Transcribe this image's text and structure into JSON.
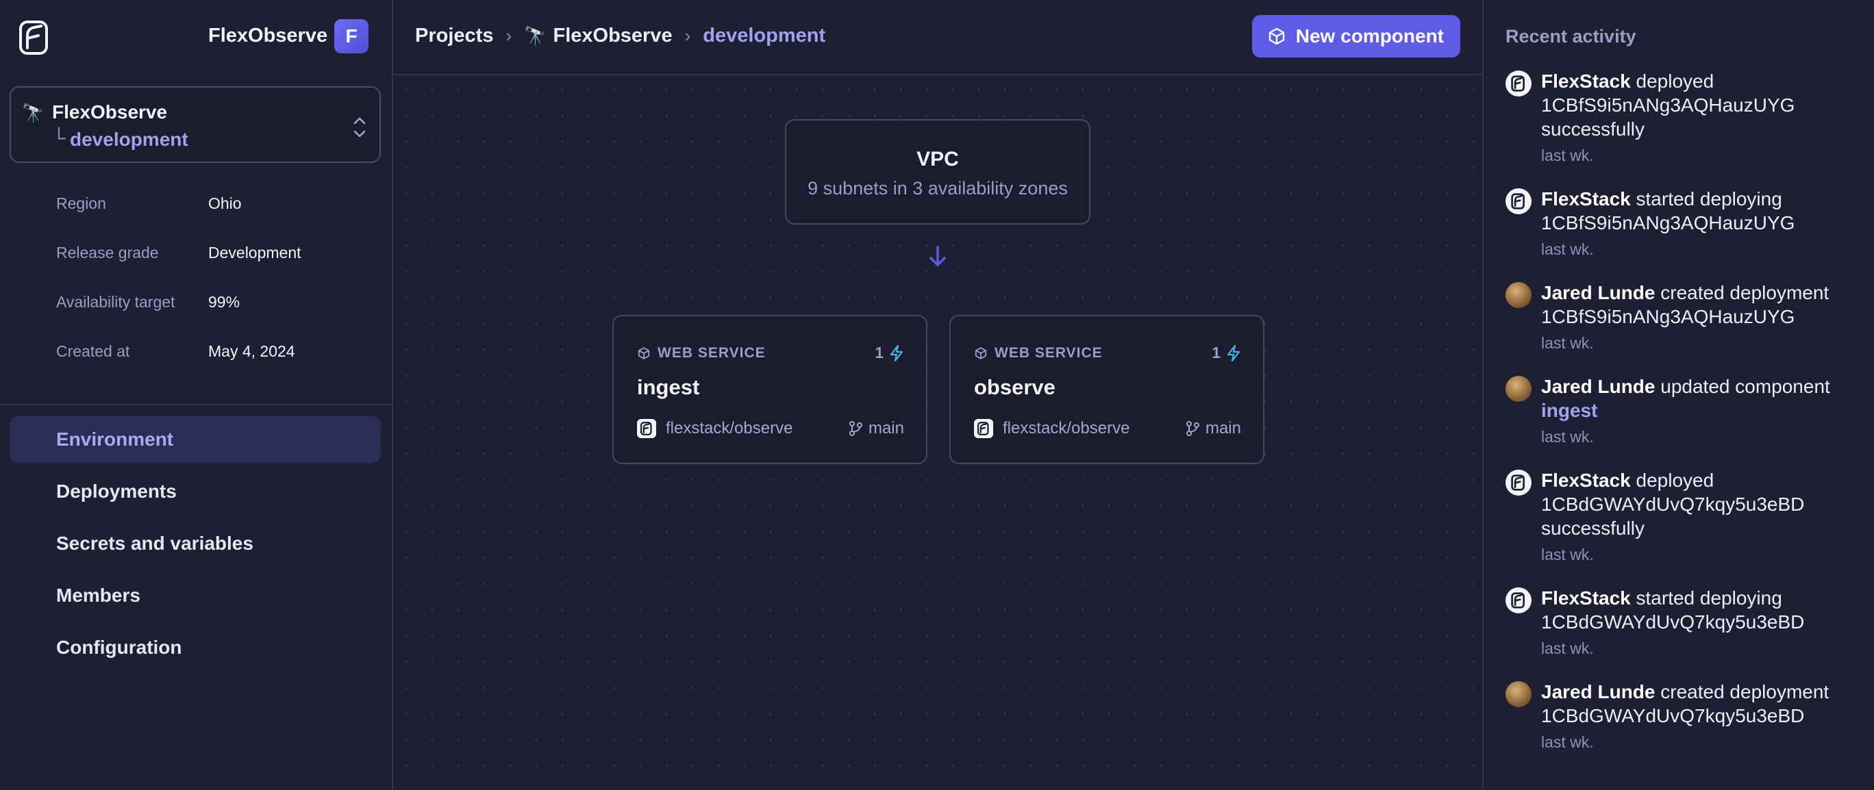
{
  "org": {
    "name": "FlexObserve",
    "avatar_letter": "F"
  },
  "project_switcher": {
    "emoji": "🔭",
    "project": "FlexObserve",
    "env_prefix": "└",
    "environment": "development"
  },
  "meta": [
    {
      "label": "Region",
      "value": "Ohio"
    },
    {
      "label": "Release grade",
      "value": "Development"
    },
    {
      "label": "Availability target",
      "value": "99%"
    },
    {
      "label": "Created at",
      "value": "May 4, 2024"
    }
  ],
  "nav": [
    {
      "label": "Environment",
      "active": true
    },
    {
      "label": "Deployments"
    },
    {
      "label": "Secrets and variables"
    },
    {
      "label": "Members"
    },
    {
      "label": "Configuration"
    }
  ],
  "breadcrumb": {
    "root": "Projects",
    "sep": "›",
    "project_emoji": "🔭",
    "project": "FlexObserve",
    "environment": "development"
  },
  "toolbar": {
    "new_component": "New component"
  },
  "vpc": {
    "title": "VPC",
    "subtitle": "9 subnets in 3 availability zones"
  },
  "components": [
    {
      "type": "WEB SERVICE",
      "count": "1",
      "name": "ingest",
      "repo": "flexstack/observe",
      "branch": "main"
    },
    {
      "type": "WEB SERVICE",
      "count": "1",
      "name": "observe",
      "repo": "flexstack/observe",
      "branch": "main"
    }
  ],
  "activity": {
    "title": "Recent activity",
    "items": [
      {
        "actor": "FlexStack",
        "avatar": "bot",
        "text": " deployed 1CBfS9i5nANg3AQHauzUYG successfully",
        "time": "last wk."
      },
      {
        "actor": "FlexStack",
        "avatar": "bot",
        "text": " started deploying 1CBfS9i5nANg3AQHauzUYG",
        "time": "last wk."
      },
      {
        "actor": "Jared Lunde",
        "avatar": "person",
        "text": " created deployment 1CBfS9i5nANg3AQHauzUYG",
        "time": "last wk."
      },
      {
        "actor": "Jared Lunde",
        "avatar": "person",
        "text": " updated component ",
        "link": "ingest",
        "time": "last wk."
      },
      {
        "actor": "FlexStack",
        "avatar": "bot",
        "text": " deployed 1CBdGWAYdUvQ7kqy5u3eBD successfully",
        "time": "last wk."
      },
      {
        "actor": "FlexStack",
        "avatar": "bot",
        "text": " started deploying 1CBdGWAYdUvQ7kqy5u3eBD",
        "time": "last wk."
      },
      {
        "actor": "Jared Lunde",
        "avatar": "person",
        "text": " created deployment 1CBdGWAYdUvQ7kqy5u3eBD",
        "time": "last wk."
      }
    ]
  },
  "colors": {
    "accent": "#5e5ce6",
    "bg": "#1e1f33",
    "active_nav": "#2b2d55",
    "bolt": "#3fb6e8"
  }
}
